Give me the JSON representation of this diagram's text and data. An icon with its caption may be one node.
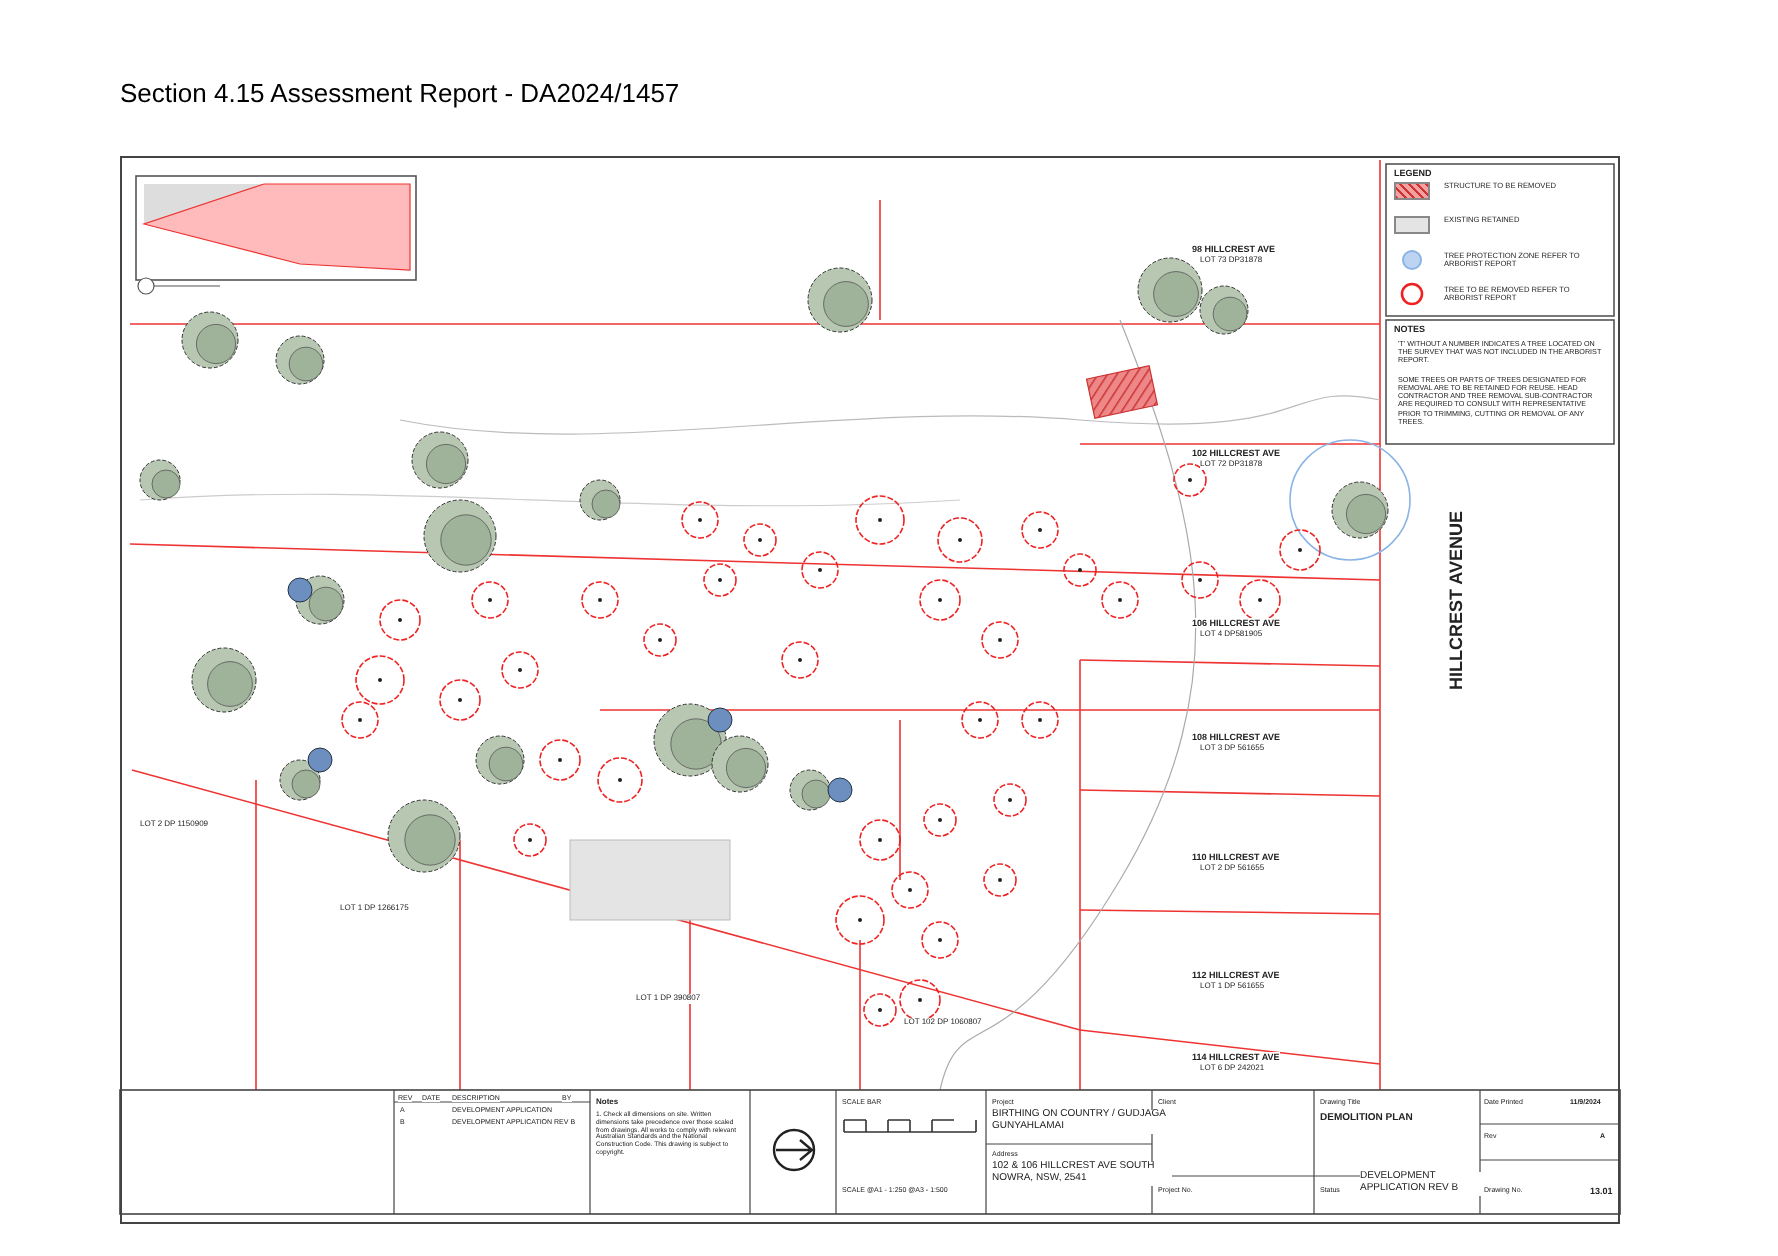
{
  "diagram": {
    "title": "Section 4.15 Assessment Report - DA2024/1457",
    "labels": [
      "98 HILLCREST AVE",
      "LOT 73 DP31878",
      "102 HILLCREST AVE",
      "LOT 72 DP31878",
      "106 HILLCREST AVE",
      "LOT 4 DP581905",
      "108 HILLCREST AVE",
      "LOT 3 DP 561655",
      "110 HILLCREST AVE",
      "LOT 2 DP 561655",
      "112 HILLCREST AVE",
      "LOT 1 DP 561655",
      "114 HILLCREST AVE",
      "LOT 6 DP 242021",
      "HILLCREST AVENUE",
      "LOT 2 DP 1150909",
      "LOT 1 DP 1266175",
      "LOT 1 DP 390807",
      "LOT 102 DP 1060807",
      "LEGEND",
      "NOTES",
      "'T' WITHOUT A NUMBER INDICATES A TREE LOCATED ON THE SURVEY THAT WAS NOT INCLUDED IN THE ARBORIST REPORT.",
      "SOME TREES OR PARTS OF TREES DESIGNATED FOR REMOVAL ARE TO BE RETAINED FOR REUSE. HEAD CONTRACTOR AND TREE REMOVAL SUB-CONTRACTOR ARE REQUIRED TO CONSULT WITH REPRESENTATIVE PRIOR TO TRIMMING, CUTTING OR REMOVAL OF ANY TREES.",
      "REV",
      "DATE",
      "DESCRIPTION",
      "BY",
      "A",
      "DEVELOPMENT APPLICATION",
      "B",
      "DEVELOPMENT APPLICATION REV B",
      "Notes",
      "1. Check all dimensions on site. Written dimensions take precedence over those scaled from drawings. All works to comply with relevant Australian Standards and the National Construction Code. This drawing is subject to copyright.",
      "SCALE BAR",
      "SCALE @A1 - 1:250   @A3 - 1:500",
      "Project",
      "BIRTHING ON COUNTRY / GUDJAGA GUNYAHLAMAI",
      "Address",
      "102 & 106 HILLCREST AVE SOUTH NOWRA, NSW, 2541",
      "Client",
      "Project No.",
      "Drawing Title",
      "DEMOLITION PLAN",
      "Status",
      "DEVELOPMENT APPLICATION REV B",
      "Date Printed",
      "11/9/2024",
      "Rev",
      "A",
      "Drawing No.",
      "13.01"
    ],
    "legend": [
      {
        "text": "STRUCTURE TO BE REMOVED"
      },
      {
        "text": "EXISTING RETAINED",
        "color": "#e4e4e4"
      },
      {
        "text": "TREE PROTECTION ZONE REFER TO ARBORIST REPORT"
      },
      {
        "text": "TREE TO BE REMOVED REFER TO ARBORIST REPORT"
      }
    ]
  }
}
